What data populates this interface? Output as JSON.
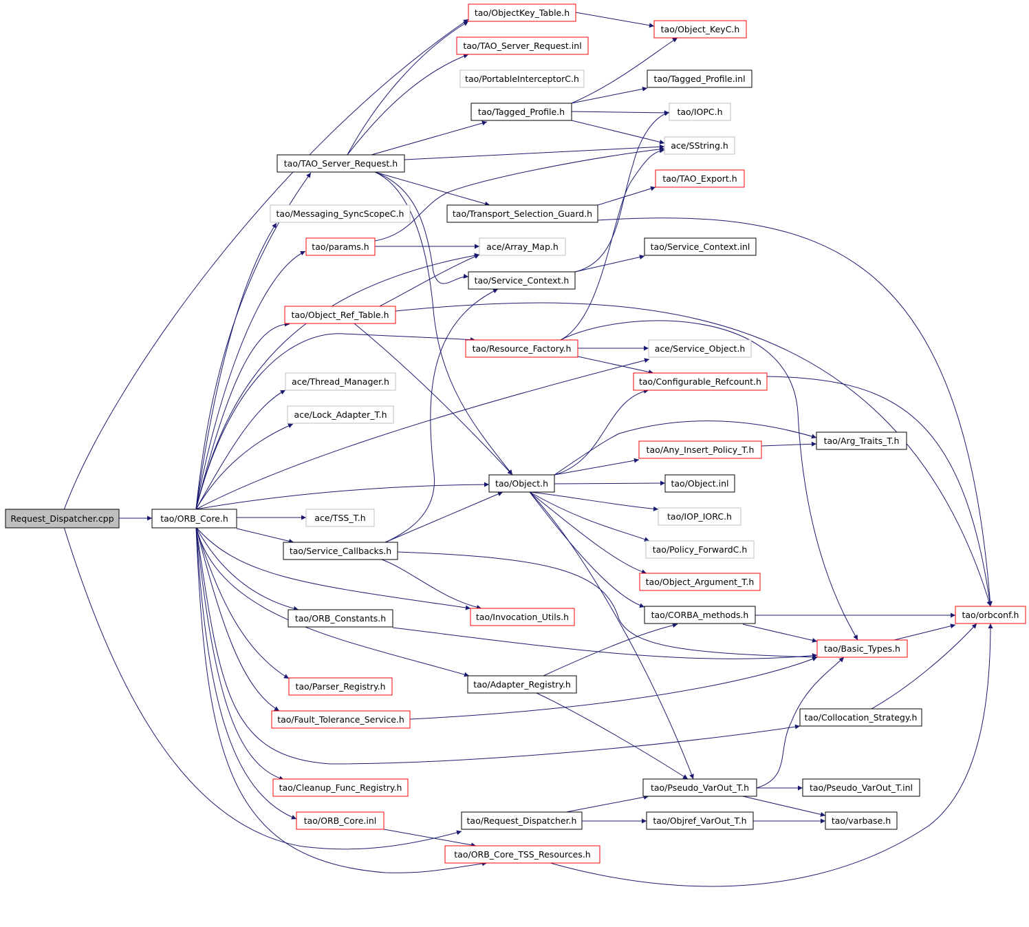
{
  "nodes": [
    {
      "id": "req_cpp",
      "label": "Request_Dispatcher.cpp",
      "kind": "root"
    },
    {
      "id": "orb_core",
      "label": "tao/ORB_Core.h",
      "kind": "black"
    },
    {
      "id": "objkey_table",
      "label": "tao/ObjectKey_Table.h",
      "kind": "red"
    },
    {
      "id": "object_keyc",
      "label": "tao/Object_KeyC.h",
      "kind": "red"
    },
    {
      "id": "tao_srv_req_inl",
      "label": "tao/TAO_Server_Request.inl",
      "kind": "red"
    },
    {
      "id": "portable_ic",
      "label": "tao/PortableInterceptorC.h",
      "kind": "gray"
    },
    {
      "id": "tagged_profile_inl",
      "label": "tao/Tagged_Profile.inl",
      "kind": "black"
    },
    {
      "id": "tagged_profile",
      "label": "tao/Tagged_Profile.h",
      "kind": "black"
    },
    {
      "id": "iopc",
      "label": "tao/IOPC.h",
      "kind": "gray"
    },
    {
      "id": "sstring",
      "label": "ace/SString.h",
      "kind": "gray"
    },
    {
      "id": "tao_srv_req",
      "label": "tao/TAO_Server_Request.h",
      "kind": "black"
    },
    {
      "id": "tao_export",
      "label": "tao/TAO_Export.h",
      "kind": "red"
    },
    {
      "id": "messaging",
      "label": "tao/Messaging_SyncScopeC.h",
      "kind": "gray"
    },
    {
      "id": "transport_sel",
      "label": "tao/Transport_Selection_Guard.h",
      "kind": "black"
    },
    {
      "id": "params",
      "label": "tao/params.h",
      "kind": "red"
    },
    {
      "id": "array_map",
      "label": "ace/Array_Map.h",
      "kind": "gray"
    },
    {
      "id": "svc_ctx_inl",
      "label": "tao/Service_Context.inl",
      "kind": "black"
    },
    {
      "id": "svc_ctx",
      "label": "tao/Service_Context.h",
      "kind": "black"
    },
    {
      "id": "obj_ref_table",
      "label": "tao/Object_Ref_Table.h",
      "kind": "red"
    },
    {
      "id": "resource_factory",
      "label": "tao/Resource_Factory.h",
      "kind": "red"
    },
    {
      "id": "service_object",
      "label": "ace/Service_Object.h",
      "kind": "gray"
    },
    {
      "id": "thread_mgr",
      "label": "ace/Thread_Manager.h",
      "kind": "gray"
    },
    {
      "id": "config_refcount",
      "label": "tao/Configurable_Refcount.h",
      "kind": "red"
    },
    {
      "id": "lock_adapter",
      "label": "ace/Lock_Adapter_T.h",
      "kind": "gray"
    },
    {
      "id": "arg_traits",
      "label": "tao/Arg_Traits_T.h",
      "kind": "black"
    },
    {
      "id": "any_insert",
      "label": "tao/Any_Insert_Policy_T.h",
      "kind": "red"
    },
    {
      "id": "object_h",
      "label": "tao/Object.h",
      "kind": "black"
    },
    {
      "id": "object_inl",
      "label": "tao/Object.inl",
      "kind": "black"
    },
    {
      "id": "iop_iorc",
      "label": "tao/IOP_IORC.h",
      "kind": "gray"
    },
    {
      "id": "tss_t",
      "label": "ace/TSS_T.h",
      "kind": "gray"
    },
    {
      "id": "svc_callbacks",
      "label": "tao/Service_Callbacks.h",
      "kind": "black"
    },
    {
      "id": "policy_fwd",
      "label": "tao/Policy_ForwardC.h",
      "kind": "gray"
    },
    {
      "id": "obj_arg",
      "label": "tao/Object_Argument_T.h",
      "kind": "red"
    },
    {
      "id": "orb_constants",
      "label": "tao/ORB_Constants.h",
      "kind": "black"
    },
    {
      "id": "invocation_utils",
      "label": "tao/Invocation_Utils.h",
      "kind": "red"
    },
    {
      "id": "corba_methods",
      "label": "tao/CORBA_methods.h",
      "kind": "black"
    },
    {
      "id": "orbconf",
      "label": "tao/orbconf.h",
      "kind": "red"
    },
    {
      "id": "basic_types",
      "label": "tao/Basic_Types.h",
      "kind": "red"
    },
    {
      "id": "parser_reg",
      "label": "tao/Parser_Registry.h",
      "kind": "red"
    },
    {
      "id": "adapter_reg",
      "label": "tao/Adapter_Registry.h",
      "kind": "black"
    },
    {
      "id": "ft_service",
      "label": "tao/Fault_Tolerance_Service.h",
      "kind": "red"
    },
    {
      "id": "colloc",
      "label": "tao/Collocation_Strategy.h",
      "kind": "black"
    },
    {
      "id": "cleanup",
      "label": "tao/Cleanup_Func_Registry.h",
      "kind": "red"
    },
    {
      "id": "pseudo_varout",
      "label": "tao/Pseudo_VarOut_T.h",
      "kind": "black"
    },
    {
      "id": "pseudo_varout_inl",
      "label": "tao/Pseudo_VarOut_T.inl",
      "kind": "black"
    },
    {
      "id": "orb_core_inl",
      "label": "tao/ORB_Core.inl",
      "kind": "red"
    },
    {
      "id": "req_disp_h",
      "label": "tao/Request_Dispatcher.h",
      "kind": "black"
    },
    {
      "id": "objref_varout",
      "label": "tao/Objref_VarOut_T.h",
      "kind": "black"
    },
    {
      "id": "varbase",
      "label": "tao/varbase.h",
      "kind": "black"
    },
    {
      "id": "tss_resources",
      "label": "tao/ORB_Core_TSS_Resources.h",
      "kind": "red"
    }
  ],
  "colors": {
    "edge": "#191970",
    "border_black": "#000000",
    "border_red": "#ff0000",
    "border_gray": "#bfbfbf",
    "root_fill": "#bfbfbf"
  }
}
